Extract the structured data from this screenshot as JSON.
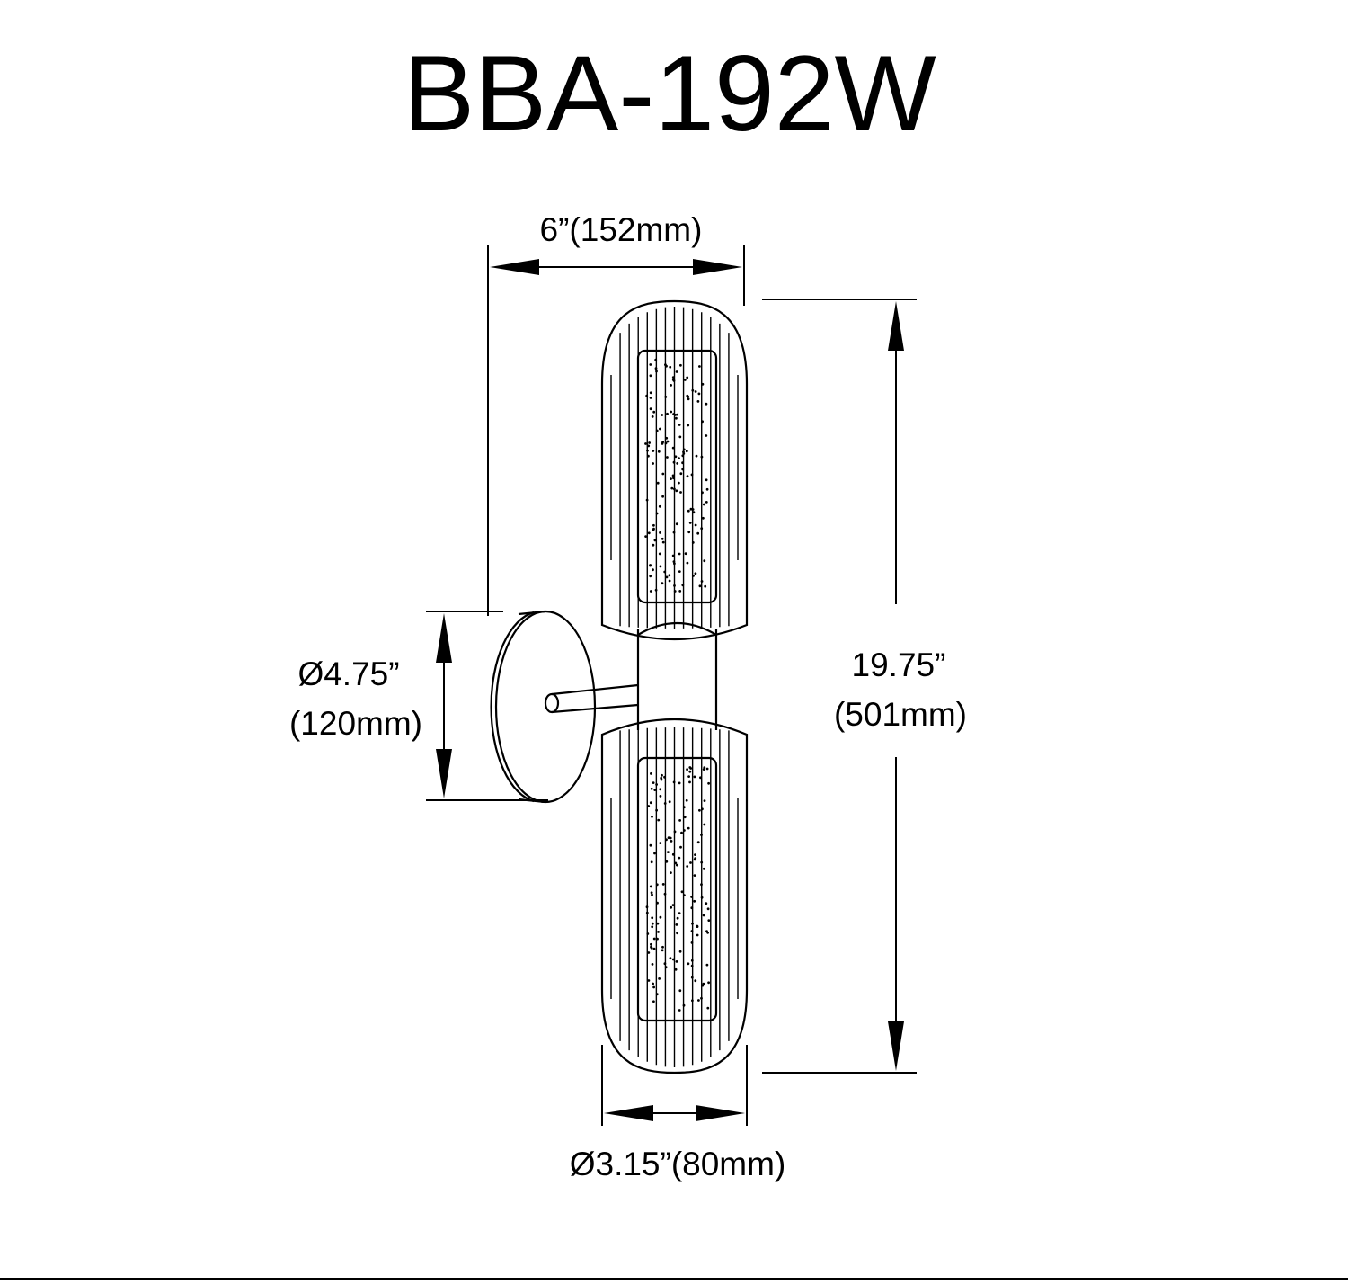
{
  "title": "BBA-192W",
  "dimensions": {
    "width": "6”(152mm)",
    "height_imperial": "19.75”",
    "height_metric": "(501mm)",
    "backplate_imperial": "Ø4.75”",
    "backplate_metric": "(120mm)",
    "shade_diameter": "Ø3.15”(80mm)"
  }
}
